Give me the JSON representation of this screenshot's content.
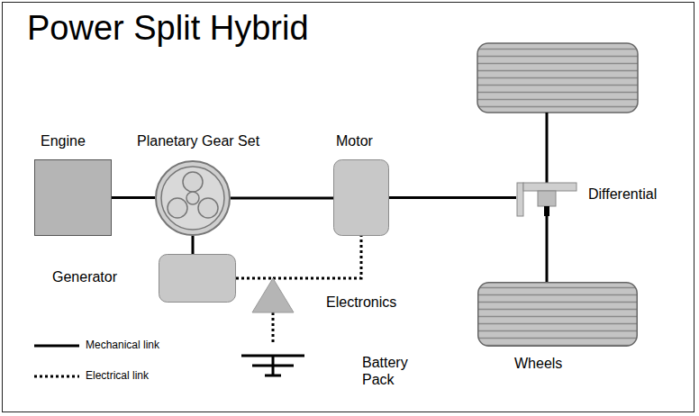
{
  "diagram": {
    "title": "Power Split Hybrid",
    "nodes": [
      {
        "text": [
          "Engine"
        ]
      },
      {
        "text": [
          "Planetary Gear Set"
        ]
      },
      {
        "text": [
          "Motor"
        ]
      },
      {
        "text": [
          "Generator"
        ]
      },
      {
        "text": [
          "Electronics"
        ]
      },
      {
        "text": [
          "Battery Pack"
        ]
      },
      {
        "text": [
          "Differential"
        ]
      },
      {
        "text": [
          "Wheels"
        ]
      }
    ],
    "edges": [
      {
        "from": 0,
        "to": 1,
        "arrow": "none"
      },
      {
        "from": 1,
        "to": 2,
        "arrow": "none"
      },
      {
        "from": 2,
        "to": 6,
        "arrow": "none"
      },
      {
        "from": 1,
        "to": 3,
        "arrow": "none"
      },
      {
        "from": 3,
        "to": 4,
        "arrow": "none"
      },
      {
        "from": 4,
        "to": 2,
        "arrow": "none"
      },
      {
        "from": 4,
        "to": 5,
        "arrow": "none"
      },
      {
        "from": 6,
        "to": 7,
        "arrow": "none"
      }
    ],
    "legend": [
      {
        "text": "Mechanical link"
      },
      {
        "text": "Electrical link"
      }
    ]
  }
}
